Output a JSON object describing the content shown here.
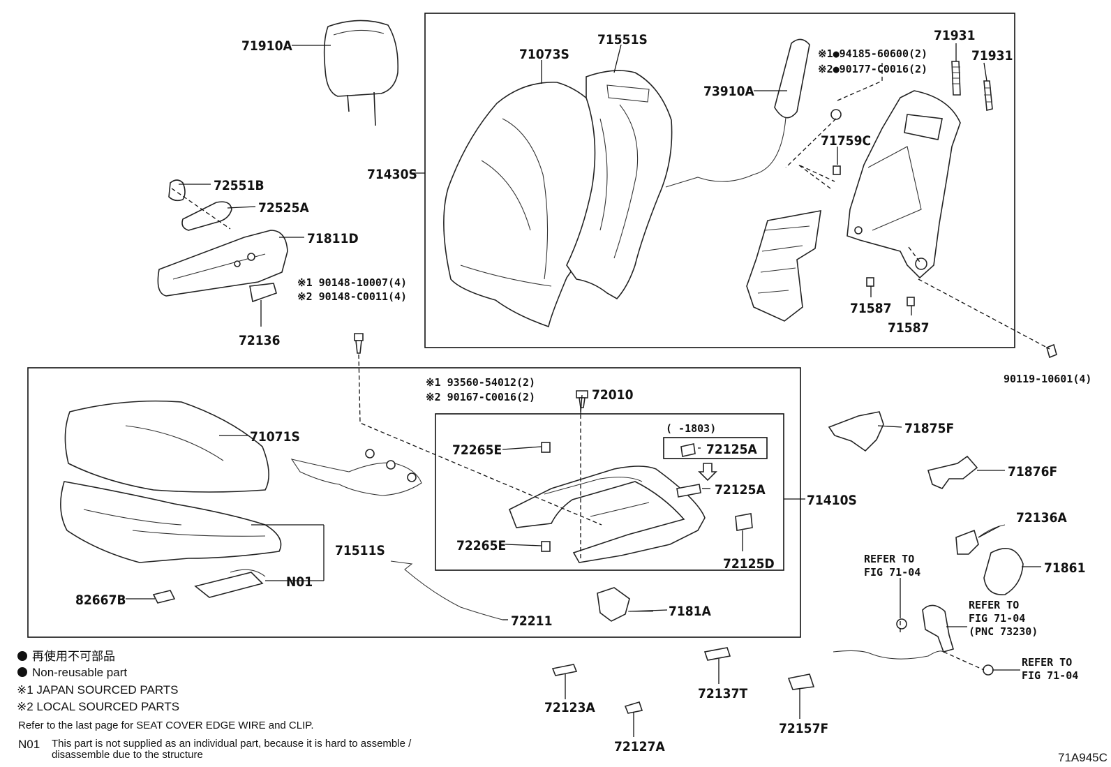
{
  "diagram_id": "71A945C",
  "labels": {
    "p71910A": "71910A",
    "p71073S": "71073S",
    "p71551S": "71551S",
    "p73910A": "73910A",
    "p71931a": "71931",
    "p71931b": "71931",
    "p71430S": "71430S",
    "p71759C": "71759C",
    "p72551B": "72551B",
    "p72525A": "72525A",
    "p71811D": "71811D",
    "p72136": "72136",
    "p71587a": "71587",
    "p71587b": "71587",
    "p71071S": "71071S",
    "p72010": "72010",
    "p72265Ea": "72265E",
    "p72265Eb": "72265E",
    "p72125Aa": "72125A",
    "p72125Ab": "72125A",
    "p72125D": "72125D",
    "p71410S": "71410S",
    "p71511S": "71511S",
    "pN01": "N01",
    "p82667B": "82667B",
    "p72211": "72211",
    "p7181A": "7181A",
    "p71875F": "71875F",
    "p71876F": "71876F",
    "p72136A": "72136A",
    "p71861": "71861",
    "p72123A": "72123A",
    "p72127A": "72127A",
    "p72137T": "72137T",
    "p72157F": "72157F",
    "range1803": "(       -1803)"
  },
  "bolt_notes": {
    "airbag_nut_1": "※1●94185-60600(2)",
    "airbag_nut_2": "※2●90177-C0016(2)",
    "armrest_screw_1": "※1 90148-10007(4)",
    "armrest_screw_2": "※2 90148-C0011(4)",
    "seat_bolt_1": "※1 93560-54012(2)",
    "seat_bolt_2": "※2 90167-C0016(2)",
    "frame_bolt": "90119-10601(4)"
  },
  "refer_notes": {
    "ref1_line1": "REFER TO",
    "ref1_line2": "FIG 71-04",
    "ref2_line1": "REFER TO",
    "ref2_line2": "FIG 71-04",
    "ref2_line3": "(PNC 73230)",
    "ref3_line1": "REFER TO",
    "ref3_line2": "FIG 71-04"
  },
  "legend": {
    "nonreusable_jp": "再使用不可部品",
    "nonreusable_en": "Non-reusable part",
    "japan": "※1 JAPAN SOURCED PARTS",
    "local": "※2 LOCAL SOURCED PARTS",
    "refer_last": "Refer to the last page for SEAT COVER EDGE WIRE and CLIP.",
    "n01_code": "N01",
    "n01_line1": "This part is not supplied as an individual part, because it is hard to assemble /",
    "n01_line2": "disassemble due to the structure"
  }
}
